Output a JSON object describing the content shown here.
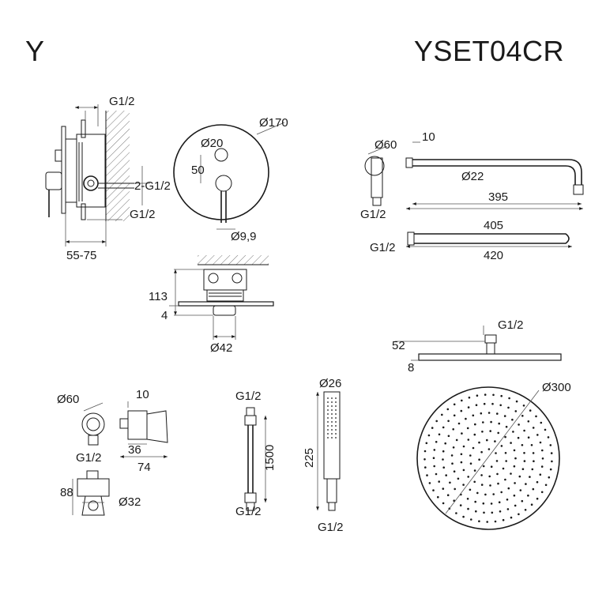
{
  "header": {
    "brand": "Y",
    "model": "YSET04CR"
  },
  "mixer": {
    "side": {
      "inlet_top": "G1/2",
      "ports": "2-G1/2",
      "inlet_bottom": "G1/2",
      "depth_range": "55-75"
    },
    "front": {
      "plate_dia": "Ø170",
      "handle_dia": "Ø20",
      "offset": "50",
      "lever_dia": "Ø9,9"
    },
    "body": {
      "height": "113",
      "plate_thickness": "4",
      "outlet_dia": "Ø42"
    }
  },
  "shower_arm": {
    "flange_dia": "Ø60",
    "thread_len": "10",
    "tube_dia": "Ø22",
    "reach": "395",
    "total": "405",
    "thread_top": "G1/2",
    "thread_bottom": "G1/2",
    "straight_len": "420"
  },
  "rain_head": {
    "thread": "G1/2",
    "height": "52",
    "thickness": "8",
    "diameter": "Ø300"
  },
  "wall_outlet": {
    "flange_dia": "Ø60",
    "thread": "G1/2",
    "depth": "10",
    "body": "36",
    "length": "74",
    "height": "88",
    "holder_dia": "Ø32"
  },
  "hose": {
    "thread_top": "G1/2",
    "length": "1500",
    "thread_bottom": "G1/2"
  },
  "hand_shower": {
    "dia": "Ø26",
    "length": "225",
    "thread": "G1/2"
  }
}
